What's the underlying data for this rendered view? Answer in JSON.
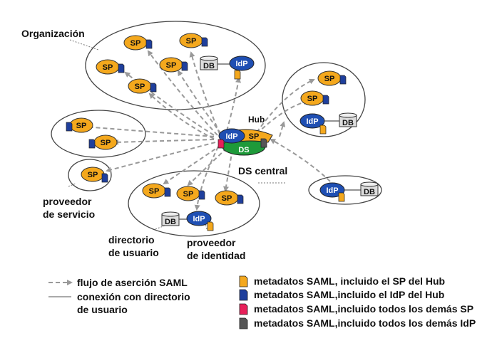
{
  "labels": {
    "organization": "Organización",
    "hub": "Hub",
    "ds_central": "DS central",
    "service_provider": [
      "proveedor",
      "de servicio"
    ],
    "user_directory": [
      "directorio",
      "de usuario"
    ],
    "identity_provider": [
      "proveedor",
      "de identidad"
    ]
  },
  "node_text": {
    "sp": "SP",
    "idp": "IdP",
    "db": "DB",
    "ds": "DS"
  },
  "legend": {
    "flow": "flujo de aserción SAML",
    "connection": [
      "conexión con directorio",
      "de usuario"
    ],
    "items": [
      {
        "text": "metadatos SAML, incluido el SP del Hub",
        "color": "#f4a81d",
        "icon": "document-icon"
      },
      {
        "text": "metadatos SAML,incluido el IdP del Hub",
        "color": "#1f3f9c",
        "icon": "document-icon"
      },
      {
        "text": "metadatos SAML,incluido todos los demás SP",
        "color": "#e8205a",
        "icon": "document-icon"
      },
      {
        "text": "metadatos SAML,incluido todos los demás IdP",
        "color": "#555555",
        "icon": "document-icon"
      }
    ]
  },
  "colors": {
    "sp": "#f4a81d",
    "idp": "#1f4fb3",
    "ds": "#1e9a3a",
    "arrow": "#999999"
  }
}
